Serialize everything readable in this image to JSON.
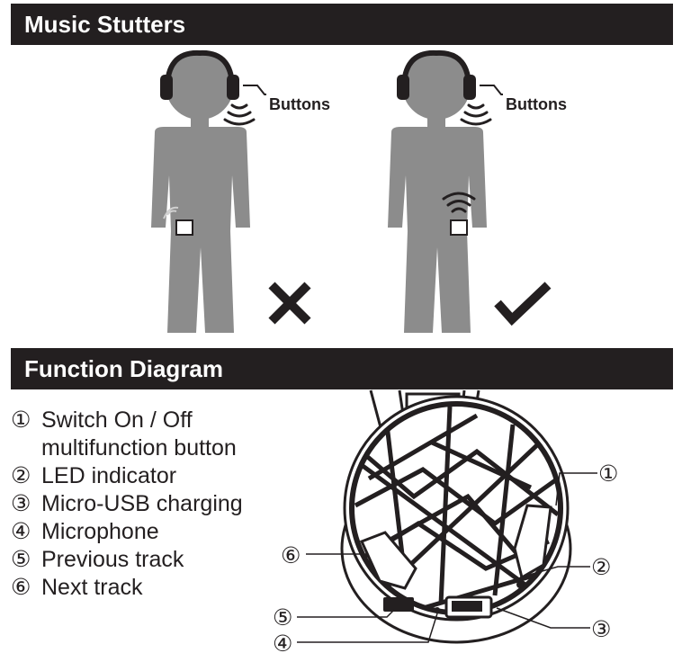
{
  "section1": {
    "title": "Music Stutters",
    "figure_left_label": "Buttons",
    "figure_right_label": "Buttons"
  },
  "section2": {
    "title": "Function Diagram",
    "items": [
      {
        "num": "①",
        "text": "Switch On / Off",
        "cont": "multifunction button"
      },
      {
        "num": "②",
        "text": "LED indicator"
      },
      {
        "num": "③",
        "text": "Micro-USB charging"
      },
      {
        "num": "④",
        "text": "Microphone"
      },
      {
        "num": "⑤",
        "text": "Previous track"
      },
      {
        "num": "⑥",
        "text": "Next track"
      }
    ],
    "callouts": [
      "①",
      "②",
      "③",
      "④",
      "⑤",
      "⑥"
    ]
  }
}
